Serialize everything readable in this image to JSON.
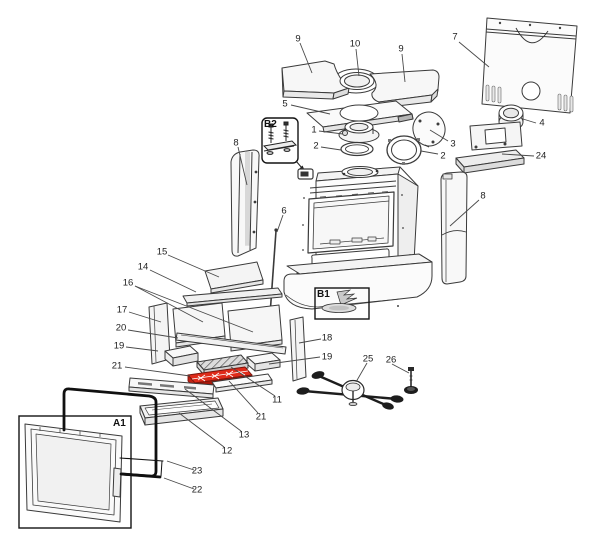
{
  "palette": {
    "line": "#3a3a3a",
    "leader": "#4a4a4a",
    "box_line": "#141414",
    "fill_light": "#f6f6f6",
    "fill_mid": "#e9e9e9",
    "highlight": "#df2b1a",
    "highlight_front": "#a81708",
    "highlight_end": "#c22012"
  },
  "callouts": [
    {
      "text": "9"
    },
    {
      "text": "10"
    },
    {
      "text": "9"
    },
    {
      "text": "7"
    },
    {
      "text": "5"
    },
    {
      "text": "1"
    },
    {
      "text": "2"
    },
    {
      "text": "3"
    },
    {
      "text": "2"
    },
    {
      "text": "4"
    },
    {
      "text": "24"
    },
    {
      "text": "8"
    },
    {
      "text": "6"
    },
    {
      "text": "8"
    },
    {
      "text": "15"
    },
    {
      "text": "14"
    },
    {
      "text": "16"
    },
    {
      "text": "17"
    },
    {
      "text": "20"
    },
    {
      "text": "19"
    },
    {
      "text": "21"
    },
    {
      "text": "18"
    },
    {
      "text": "19"
    },
    {
      "text": "25"
    },
    {
      "text": "26"
    },
    {
      "text": "11"
    },
    {
      "text": "21"
    },
    {
      "text": "13"
    },
    {
      "text": "12"
    },
    {
      "text": "23"
    },
    {
      "text": "22"
    }
  ],
  "insets": {
    "b2": "B2",
    "b1": "B1",
    "a1": "A1"
  }
}
